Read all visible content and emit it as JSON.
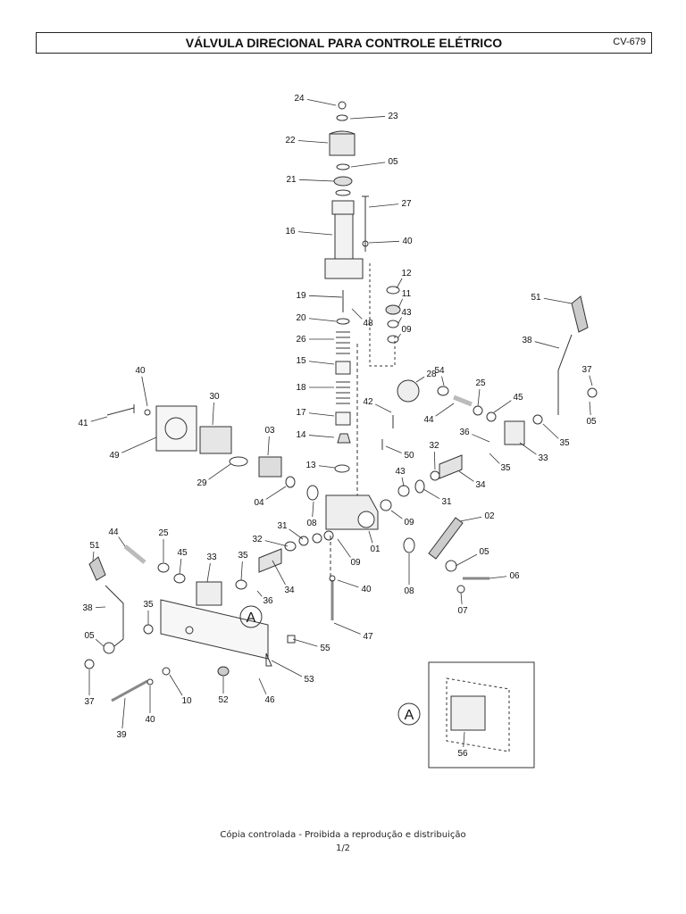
{
  "header": {
    "title": "VÁLVULA DIRECIONAL PARA CONTROLE ELÉTRICO",
    "code": "CV-679"
  },
  "footer": {
    "line1": "Cópia controlada - Proibida a reprodução e distribuição",
    "line2": "1/2"
  },
  "diagram": {
    "callouts": [
      "24",
      "23",
      "22",
      "05",
      "21",
      "27",
      "16",
      "40",
      "12",
      "11",
      "19",
      "48",
      "43",
      "20",
      "09",
      "26",
      "15",
      "18",
      "17",
      "14",
      "13",
      "28",
      "42",
      "50",
      "54",
      "25",
      "45",
      "44",
      "36",
      "33",
      "51",
      "38",
      "37",
      "05",
      "35",
      "35",
      "32",
      "31",
      "34",
      "40",
      "30",
      "41",
      "49",
      "03",
      "29",
      "04",
      "08",
      "43",
      "09",
      "02",
      "01",
      "31",
      "09",
      "32",
      "08",
      "05",
      "06",
      "07",
      "40",
      "47",
      "44",
      "25",
      "45",
      "33",
      "35",
      "51",
      "35",
      "36",
      "34",
      "38",
      "05",
      "37",
      "39",
      "40",
      "10",
      "52",
      "46",
      "53",
      "55",
      "56"
    ],
    "detail_marker": "A",
    "detail_marker_inset": "A"
  }
}
